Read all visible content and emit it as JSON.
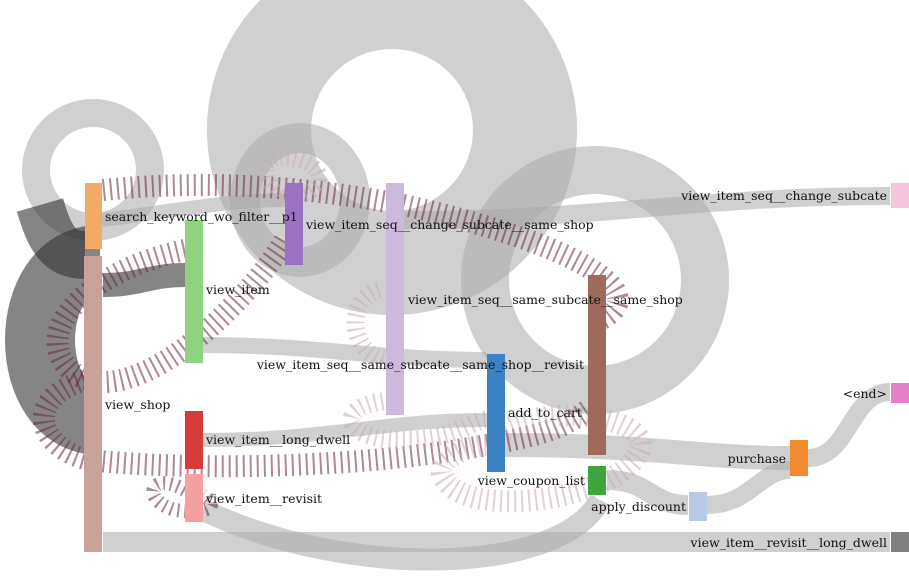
{
  "nodes": [
    {
      "id": "search",
      "label": "search_keyword_wo_filter__p1",
      "color": "#f4a966"
    },
    {
      "id": "view_shop",
      "label": "view_shop",
      "color": "#c9a39a"
    },
    {
      "id": "view_item",
      "label": "view_item",
      "color": "#8fd27f"
    },
    {
      "id": "long_dwell",
      "label": "view_item__long_dwell",
      "color": "#d63a3a"
    },
    {
      "id": "revisit",
      "label": "view_item__revisit",
      "color": "#f59fa0"
    },
    {
      "id": "change_same",
      "label": "view_item_seq__change_subcate__same_shop",
      "color": "#9a72c3"
    },
    {
      "id": "same_revisit",
      "label": "view_item_seq__same_subcate__same_shop__revisit",
      "color": "#cdb8de"
    },
    {
      "id": "same_same",
      "label": "view_item_seq__same_subcate__same_shop",
      "color": "#9e6a5c"
    },
    {
      "id": "add_to_cart",
      "label": "add_to_cart",
      "color": "#3b82c4"
    },
    {
      "id": "coupon",
      "label": "view_coupon_list",
      "color": "#3ea53e"
    },
    {
      "id": "apply_discount",
      "label": "apply_discount",
      "color": "#b7cbe9"
    },
    {
      "id": "purchase",
      "label": "purchase",
      "color": "#f28a32"
    },
    {
      "id": "end",
      "label": "<end>",
      "color": "#e47fc9"
    },
    {
      "id": "change_subcate",
      "label": "view_item_seq__change_subcate",
      "color": "#f8c6dc"
    },
    {
      "id": "revisit_long",
      "label": "view_item__revisit__long_dwell",
      "color": "#808080"
    }
  ]
}
